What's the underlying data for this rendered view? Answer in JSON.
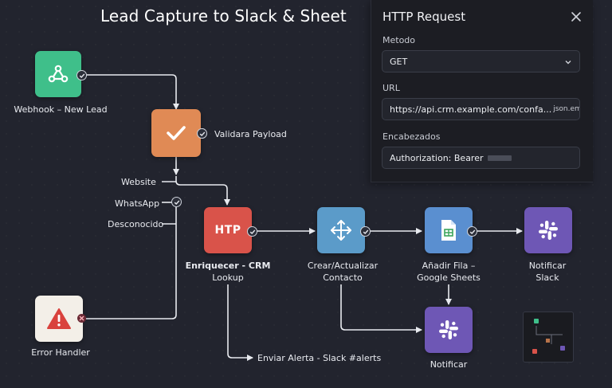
{
  "workflow": {
    "title": "Lead Capture to Slack & Sheet"
  },
  "nodes": {
    "webhook": {
      "label": "Webhook – New Lead",
      "icon": "webhook-icon",
      "color": "#3fbf8a"
    },
    "validate": {
      "label": "Validara Payload",
      "icon": "check-icon",
      "color": "#e08a55"
    },
    "enrich": {
      "label_line1": "Enriquecer - CRM",
      "label_line2": "Lookup",
      "icon_text": "HTP",
      "color": "#d9534a"
    },
    "contact": {
      "label_line1": "Crear/Actualizar",
      "label_line2": "Contacto",
      "icon": "move-icon",
      "color": "#5b9bc9"
    },
    "sheets": {
      "label_line1": "Añadir Fila –",
      "label_line2": "Google Sheets",
      "icon": "google-sheets-icon",
      "color": "#5a8fd0"
    },
    "slack1": {
      "label_line1": "Notificar",
      "label_line2": "Slack",
      "icon": "slack-icon",
      "color": "#6e57b5"
    },
    "slack2": {
      "label": "Notificar",
      "icon": "slack-icon",
      "color": "#6e57b5"
    },
    "error": {
      "label": "Error Handler",
      "icon": "warning-icon",
      "color": "#f3efe8"
    }
  },
  "branches": [
    "Website",
    "WhatsApp",
    "Desconocido"
  ],
  "alert_label": "Enviar Alerta - Slack #alerts",
  "panel": {
    "title": "HTTP Request",
    "method_label": "Metodo",
    "method_value": "GET",
    "url_label": "URL",
    "url_value": "https://api.crm.example.com/confa...",
    "url_suffix": "json.email}",
    "headers_label": "Encabezados",
    "headers_value": "Authorization: Bearer"
  }
}
